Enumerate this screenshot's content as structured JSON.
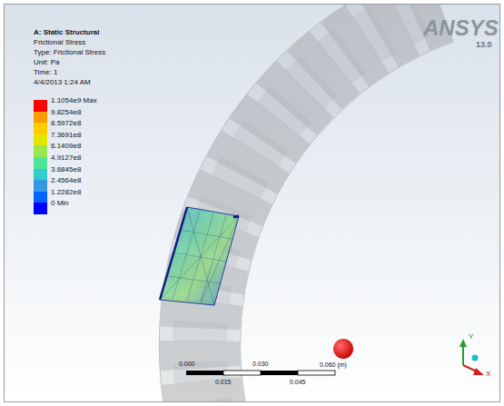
{
  "diagram": {
    "labels": [
      "A: Static Structural",
      "Frictional Stress",
      "Type: Frictional Stress",
      "Unit: Pa",
      "Time: 1",
      "4/4/2013 1:24 AM",
      "ANSYS",
      "13.0",
      "0.000",
      "0.030",
      "0.060 (m)",
      "0.015",
      "0.045",
      "Y",
      "X"
    ],
    "legend": [
      {
        "text": "1.1054e9 Max",
        "color": "#ff0000"
      },
      {
        "text": "9.8254e8",
        "color": "#ff9900"
      },
      {
        "text": "8.5972e8",
        "color": "#ffcc00"
      },
      {
        "text": "7.3691e8",
        "color": "#e5e500"
      },
      {
        "text": "6.1409e8",
        "color": "#99e64d"
      },
      {
        "text": "4.9127e8",
        "color": "#4de699"
      },
      {
        "text": "3.6845e8",
        "color": "#33cccc"
      },
      {
        "text": "2.4564e8",
        "color": "#3399e6"
      },
      {
        "text": "1.2282e8",
        "color": "#0066ff"
      },
      {
        "text": "0 Min",
        "color": "#0000ff"
      }
    ]
  }
}
